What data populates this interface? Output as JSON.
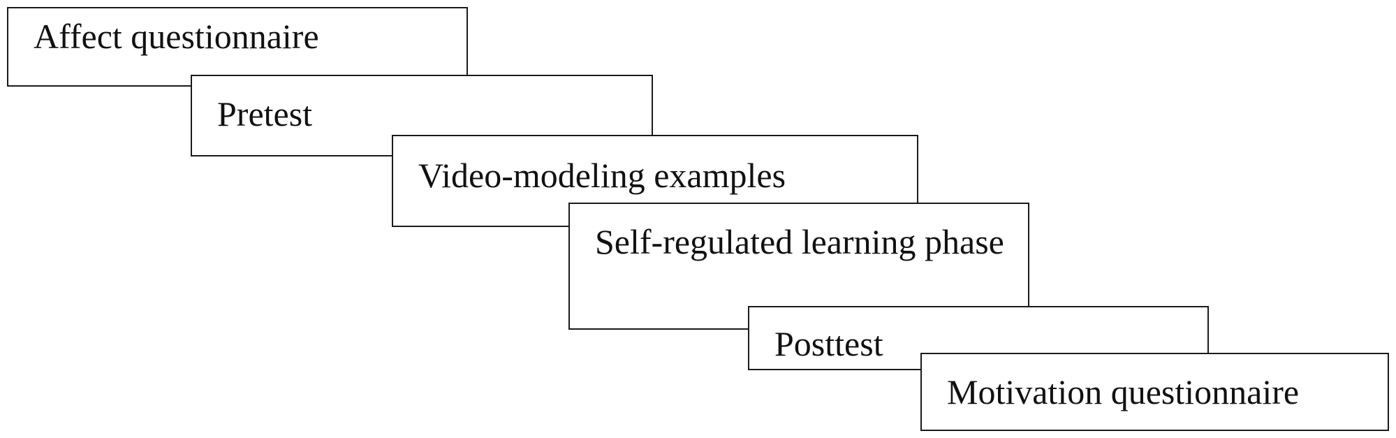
{
  "steps": [
    {
      "label": "Affect questionnaire"
    },
    {
      "label": "Pretest"
    },
    {
      "label": "Video-modeling examples"
    },
    {
      "label": "Self-regulated learning phase"
    },
    {
      "label": "Posttest"
    },
    {
      "label": "Motivation questionnaire"
    }
  ],
  "colors": {
    "border": "#1a1a1a",
    "background": "#ffffff",
    "text": "#111111"
  }
}
